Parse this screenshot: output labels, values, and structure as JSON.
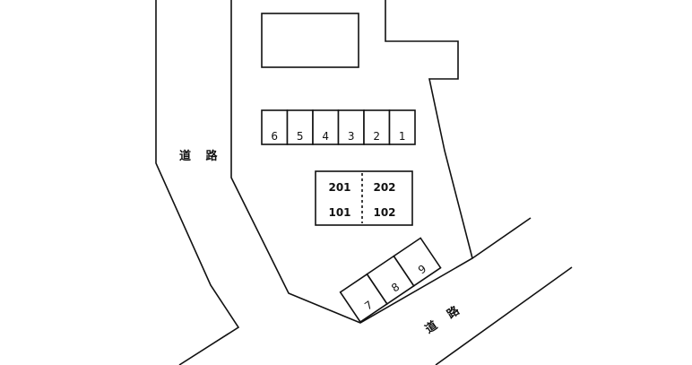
{
  "roads": {
    "west_label": "道 路",
    "south_label": "道 路"
  },
  "parking_north": [
    "6",
    "5",
    "4",
    "3",
    "2",
    "1"
  ],
  "parking_south": [
    "7",
    "8",
    "9"
  ],
  "building_units": {
    "upper_left": "201",
    "upper_right": "202",
    "lower_left": "101",
    "lower_right": "102"
  }
}
